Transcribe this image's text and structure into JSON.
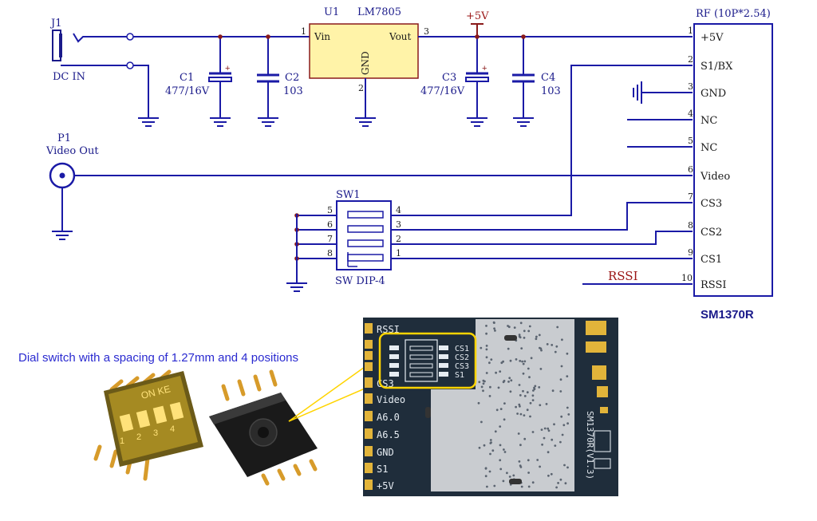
{
  "colors": {
    "wire": "#1a1aa6",
    "pin": "#8a1a1a",
    "text": "#1a1a8a",
    "junction": "#8a1a1a",
    "ic_fill": "#fff3a8",
    "ic_stroke": "#8a1a1a",
    "pcb_dark": "#1f2d3b",
    "pcb_shield": "#c9ccd0",
    "pad_gold": "#e2b43a",
    "highlight": "#ffd400",
    "caption": "#2a2ad0",
    "red_label": "#9a1414"
  },
  "j1": {
    "ref": "J1",
    "name": "DC IN"
  },
  "u1": {
    "ref": "U1",
    "part": "LM7805",
    "pin_in": "Vin",
    "pin_out": "Vout",
    "pin_gnd": "GND",
    "pin1": "1",
    "pin2": "2",
    "pin3": "3"
  },
  "c1": {
    "ref": "C1",
    "value": "477/16V"
  },
  "c2": {
    "ref": "C2",
    "value": "103"
  },
  "c3": {
    "ref": "C3",
    "value": "477/16V"
  },
  "c4": {
    "ref": "C4",
    "value": "103"
  },
  "plus5v": "+5V",
  "p1": {
    "ref": "P1",
    "name": "Video Out"
  },
  "sw1": {
    "ref": "SW1",
    "name": "SW DIP-4",
    "left_pins": [
      "5",
      "6",
      "7",
      "8"
    ],
    "right_pins": [
      "4",
      "3",
      "2",
      "1"
    ]
  },
  "rf": {
    "header": "RF (10P*2.54)",
    "module": "SM1370R",
    "pins": [
      {
        "num": "1",
        "label": "+5V"
      },
      {
        "num": "2",
        "label": "S1/BX"
      },
      {
        "num": "3",
        "label": "GND"
      },
      {
        "num": "4",
        "label": "NC"
      },
      {
        "num": "5",
        "label": "NC"
      },
      {
        "num": "6",
        "label": "Video"
      },
      {
        "num": "7",
        "label": "CS3"
      },
      {
        "num": "8",
        "label": "CS2"
      },
      {
        "num": "9",
        "label": "CS1"
      },
      {
        "num": "10",
        "label": "RSSI"
      }
    ]
  },
  "rssi_net": "RSSI",
  "caption": "Dial switch with a spacing of 1.27mm and 4 positions",
  "dip_photo": {
    "on_label": "ON KE",
    "numbers": [
      "1",
      "2",
      "3",
      "4"
    ]
  },
  "board": {
    "left_labels": [
      "RSSI",
      "CS3",
      "Video",
      "A6.0",
      "A6.5",
      "GND",
      "S1",
      "+5V"
    ],
    "switch_labels": [
      "CS1",
      "CS2",
      "CS3",
      "S1"
    ],
    "side_text": "SM1370R(V1.3)"
  }
}
